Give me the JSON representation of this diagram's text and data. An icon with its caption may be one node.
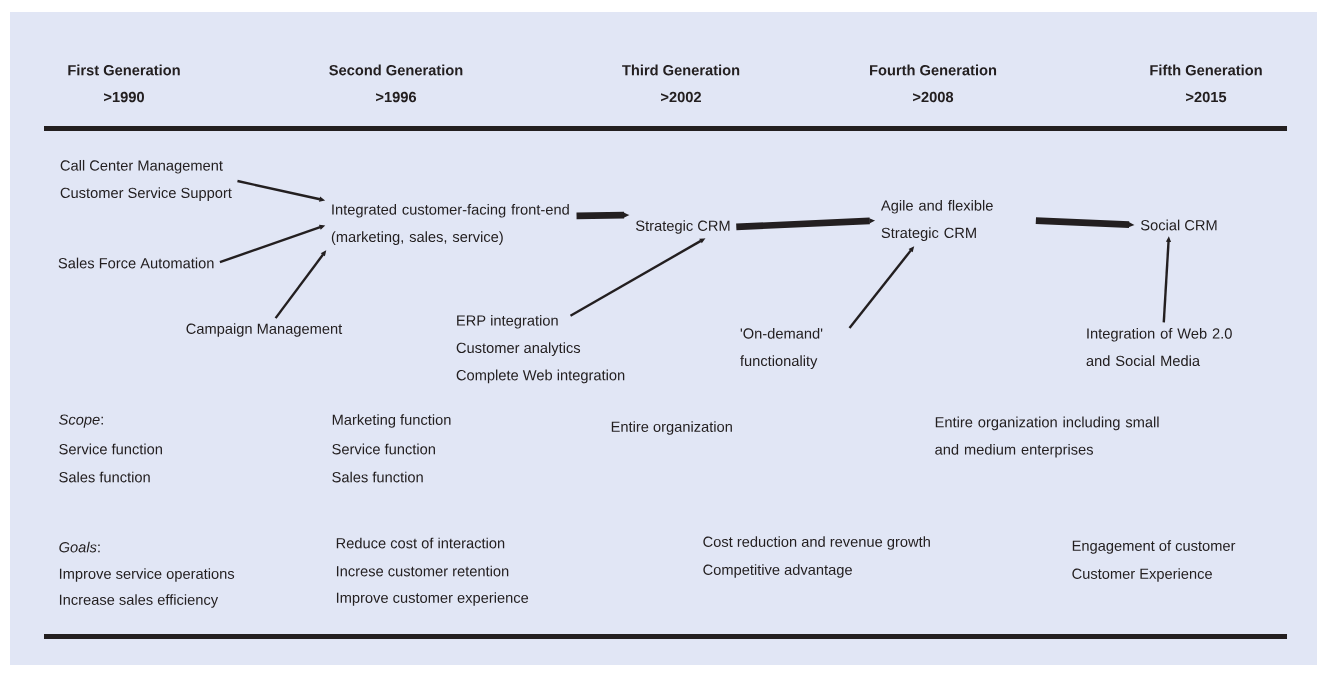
{
  "diagram": {
    "nodes": [
      {
        "text": [
          "Call Center Management",
          "Customer Service Support"
        ]
      },
      {
        "text": [
          "Sales Force Automation"
        ]
      },
      {
        "text": [
          "Campaign Management"
        ]
      },
      {
        "text": [
          "Integrated customer-facing front-end (marketing, sales, service)"
        ]
      },
      {
        "text": [
          "Strategic CRM"
        ]
      },
      {
        "text": [
          "ERP integration",
          "Customer analytics",
          "Complete Web integration"
        ]
      },
      {
        "text": [
          "Agile and flexible Strategic CRM"
        ]
      },
      {
        "text": [
          "'On-demand' functionality"
        ]
      },
      {
        "text": [
          "Social CRM"
        ]
      },
      {
        "text": [
          "Integration of Web 2.0 and Social Media"
        ]
      }
    ],
    "edges": [
      {
        "from": 0,
        "to": 3,
        "arrow": "to"
      },
      {
        "from": 1,
        "to": 3,
        "arrow": "to"
      },
      {
        "from": 2,
        "to": 3,
        "arrow": "to"
      },
      {
        "from": 3,
        "to": 4,
        "arrow": "to",
        "style": "thick"
      },
      {
        "from": 5,
        "to": 4,
        "arrow": "to"
      },
      {
        "from": 4,
        "to": 6,
        "arrow": "to",
        "style": "thick"
      },
      {
        "from": 7,
        "to": 6,
        "arrow": "to"
      },
      {
        "from": 6,
        "to": 8,
        "arrow": "to",
        "style": "thick"
      },
      {
        "from": 9,
        "to": 8,
        "arrow": "to"
      }
    ],
    "labels": [
      "First Generation",
      "Second Generation",
      "Third Generation",
      "Fourth Generation",
      "Fifth Generation",
      ">1990",
      ">1996",
      ">2002",
      ">2008",
      ">2015",
      "*Scope*:",
      "Marketing function",
      "Entire organization",
      "Entire organization including small and medium enterprises",
      "Service function",
      "Service function",
      "Sales function",
      "Sales function",
      "*Goals*:",
      "Reduce cost of interaction",
      "Cost reduction and revenue growth",
      "Engagement of customer",
      "Improve service operations",
      "Increse customer retention",
      "Competitive advantage",
      "Customer Experience",
      "Increase sales efficiency",
      "Improve customer experience"
    ]
  }
}
